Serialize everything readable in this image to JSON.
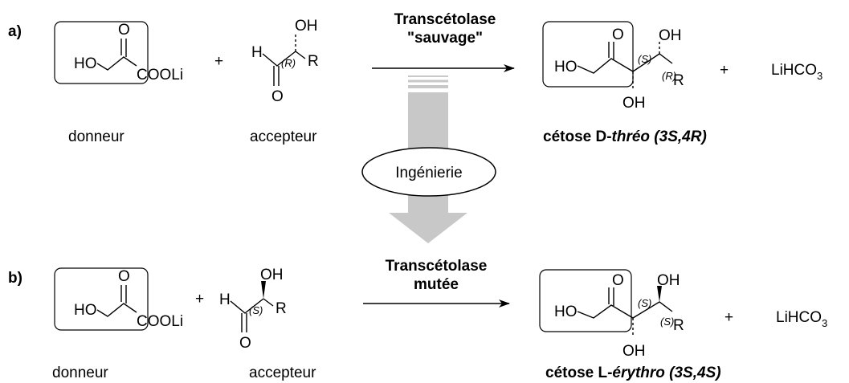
{
  "panels": [
    {
      "letter": "a)",
      "donor": {
        "o": "O",
        "ho": "HO",
        "coo": "COOLi"
      },
      "plus1": "+",
      "acceptor": {
        "h": "H",
        "o": "O",
        "oh": "OH",
        "stereo": "(R)",
        "r": "R"
      },
      "enzyme_line1": "Transcétolase",
      "enzyme_line2": "\"sauvage\"",
      "product": {
        "o": "O",
        "ho": "HO",
        "s3": "(S)",
        "oh_top": "OH",
        "stereo4": "(R)",
        "r": "R",
        "oh_bottom": "OH"
      },
      "plus2": "+",
      "byproduct": "LiHCO",
      "byproduct_sub": "3",
      "donor_caption": "donneur",
      "acceptor_caption": "accepteur",
      "product_caption_prefix": "cétose D-",
      "product_caption_italic": "thréo (3S,4R)"
    },
    {
      "letter": "b)",
      "donor": {
        "o": "O",
        "ho": "HO",
        "coo": "COOLi"
      },
      "plus1": "+",
      "acceptor": {
        "h": "H",
        "o": "O",
        "oh": "OH",
        "stereo": "(S)",
        "r": "R"
      },
      "enzyme_line1": "Transcétolase",
      "enzyme_line2": "mutée",
      "product": {
        "o": "O",
        "ho": "HO",
        "s3": "(S)",
        "oh_top": "OH",
        "stereo4": "(S)",
        "r": "R",
        "oh_bottom": "OH"
      },
      "plus2": "+",
      "byproduct": "LiHCO",
      "byproduct_sub": "3",
      "donor_caption": "donneur",
      "acceptor_caption": "accepteur",
      "product_caption_prefix": "cétose L-",
      "product_caption_italic": "érythro (3S,4S)"
    }
  ],
  "engineering_label": "Ingénierie",
  "colors": {
    "arrow_gray": "#c8c8c8",
    "ink": "#000000"
  }
}
